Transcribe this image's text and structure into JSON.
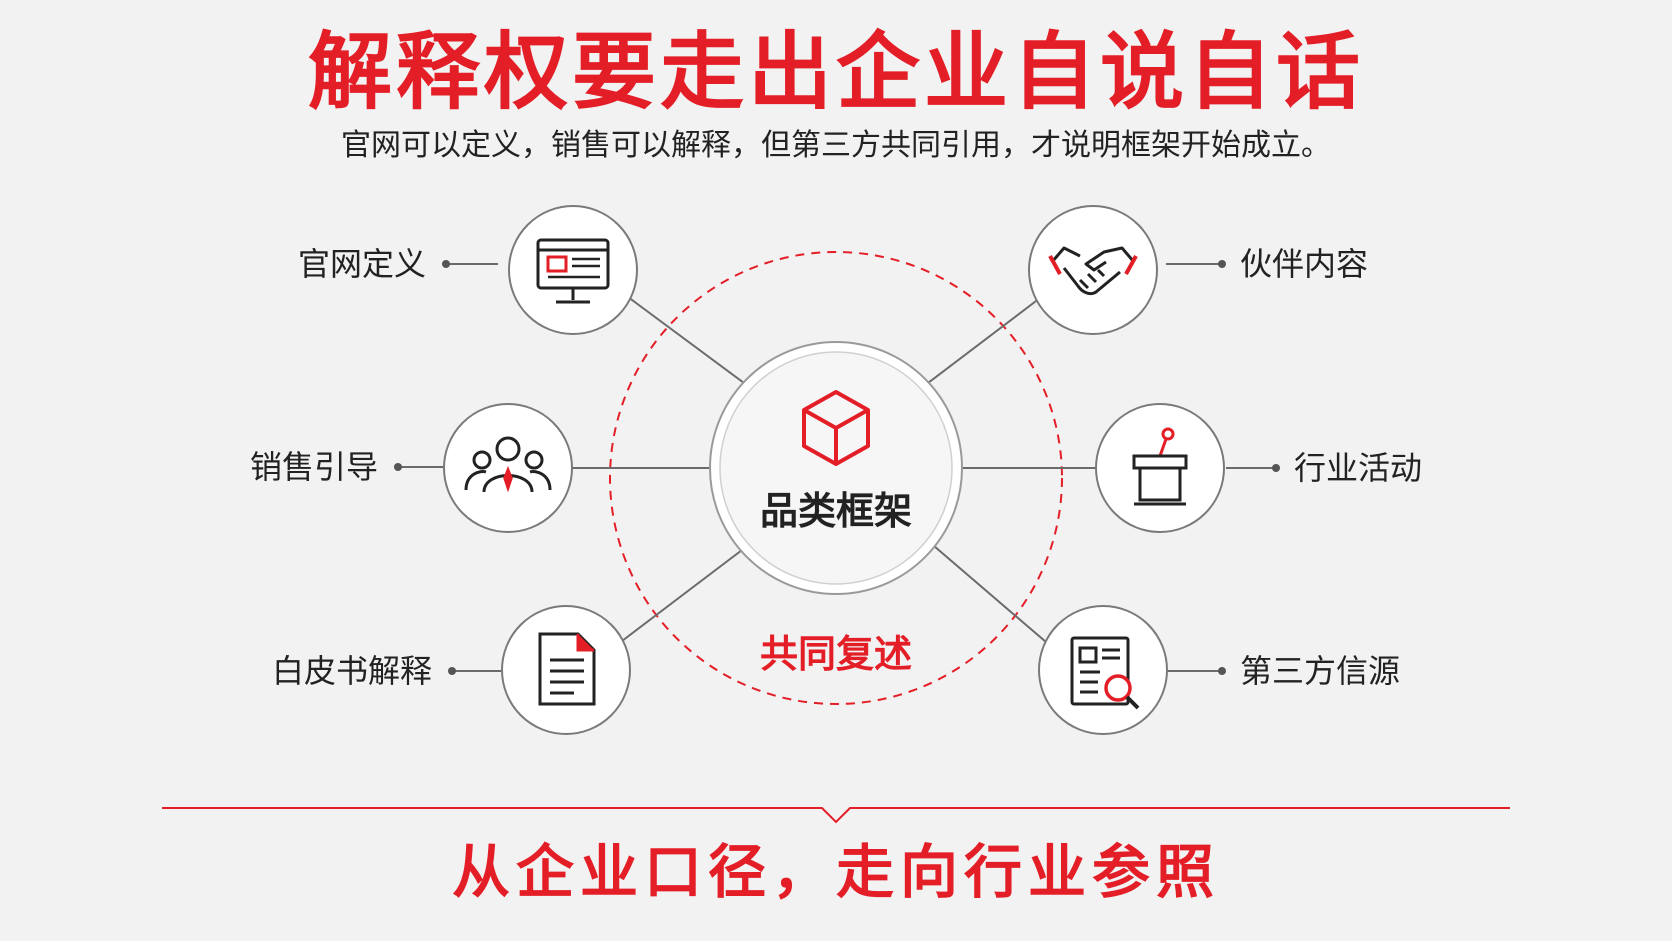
{
  "header": {
    "title": "解释权要走出企业自说自话",
    "subtitle": "官网可以定义，销售可以解释，但第三方共同引用，才说明框架开始成立。"
  },
  "center": {
    "label": "品类框架",
    "icon": "cube-icon"
  },
  "ring": {
    "label": "共同复述"
  },
  "nodes": {
    "left": [
      {
        "label": "官网定义",
        "icon": "monitor-icon"
      },
      {
        "label": "销售引导",
        "icon": "team-icon"
      },
      {
        "label": "白皮书解释",
        "icon": "document-icon"
      }
    ],
    "right": [
      {
        "label": "伙伴内容",
        "icon": "handshake-icon"
      },
      {
        "label": "行业活动",
        "icon": "podium-icon"
      },
      {
        "label": "第三方信源",
        "icon": "report-search-icon"
      }
    ]
  },
  "footer": {
    "text": "从企业口径，走向行业参照"
  },
  "colors": {
    "accent": "#e41e26",
    "text": "#222222",
    "line": "#6b6b6b",
    "background": "#f2f2f3"
  }
}
